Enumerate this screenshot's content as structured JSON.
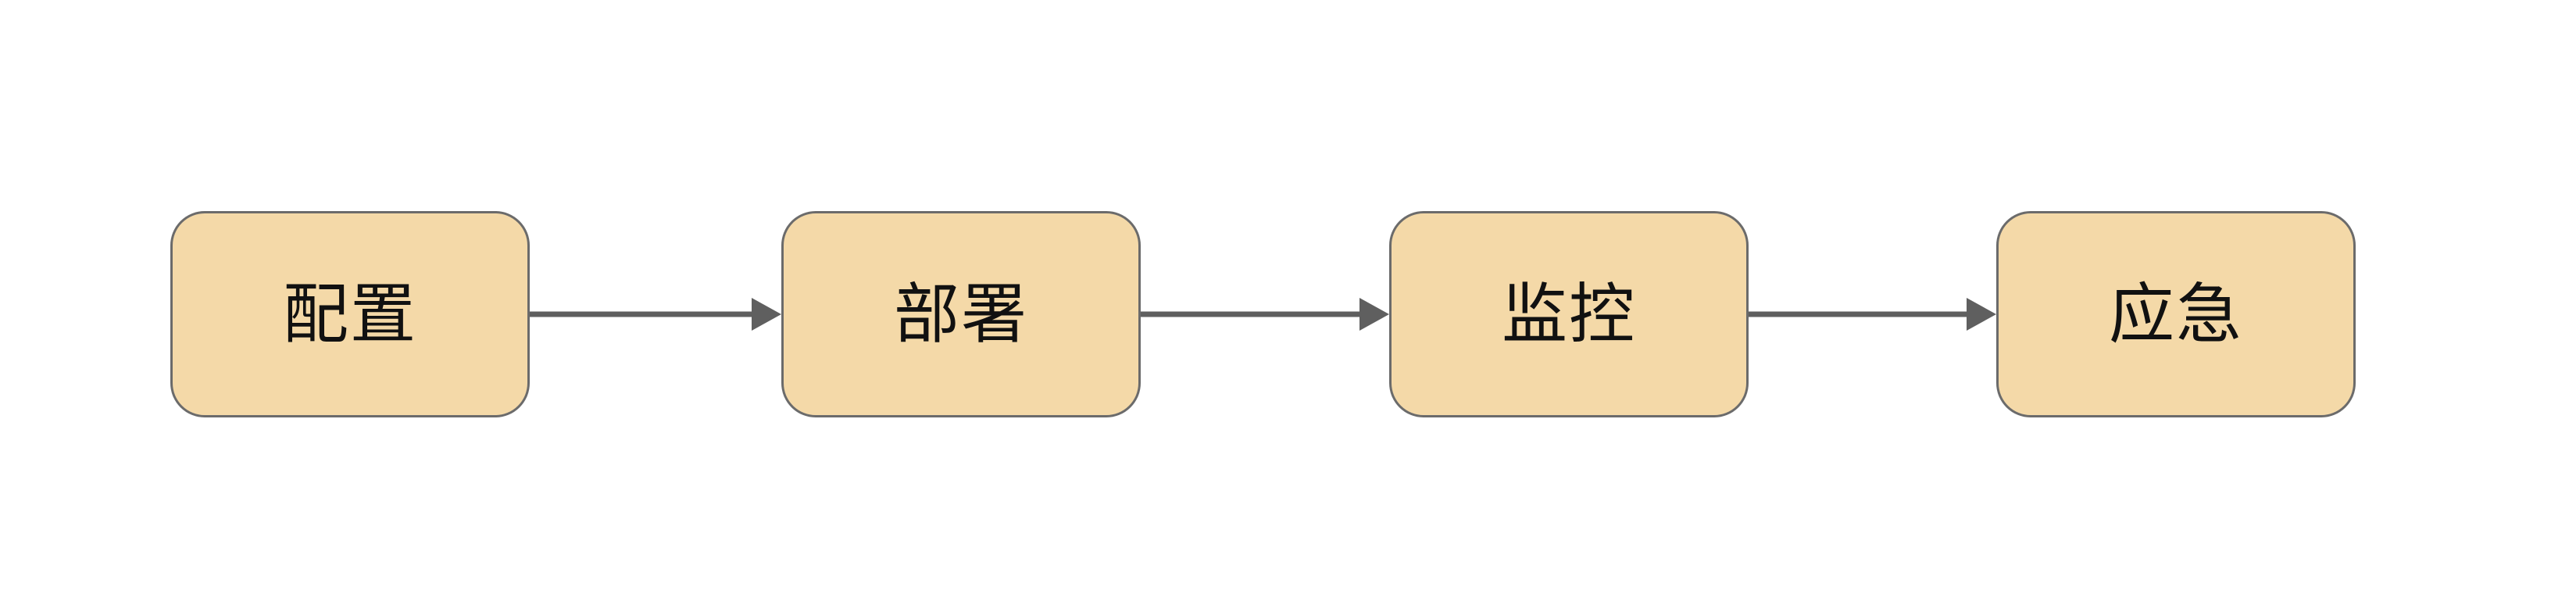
{
  "diagram": {
    "steps": [
      {
        "label": "配置"
      },
      {
        "label": "部署"
      },
      {
        "label": "监控"
      },
      {
        "label": "应急"
      }
    ],
    "colors": {
      "box_fill": "#f4d9a8",
      "box_border": "#6b6b6b",
      "arrow": "#5f5f5f",
      "text": "#111111"
    }
  }
}
